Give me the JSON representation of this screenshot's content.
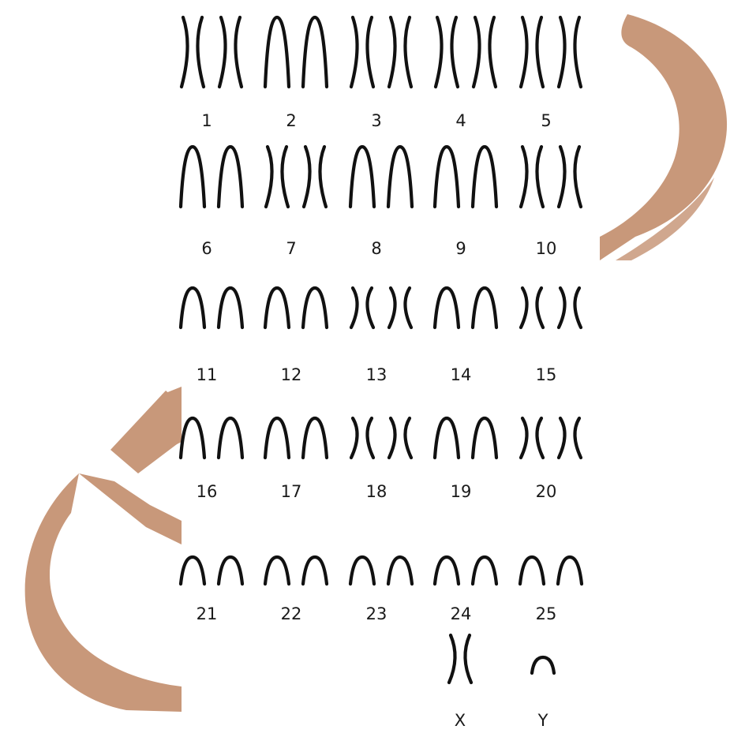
{
  "karyotype": {
    "pairs": [
      {
        "label": "1",
        "shape": "X"
      },
      {
        "label": "2",
        "shape": "arch"
      },
      {
        "label": "3",
        "shape": "X"
      },
      {
        "label": "4",
        "shape": "X"
      },
      {
        "label": "5",
        "shape": "X"
      },
      {
        "label": "6",
        "shape": "arch"
      },
      {
        "label": "7",
        "shape": "X"
      },
      {
        "label": "8",
        "shape": "arch"
      },
      {
        "label": "9",
        "shape": "arch"
      },
      {
        "label": "10",
        "shape": "X"
      },
      {
        "label": "11",
        "shape": "arch"
      },
      {
        "label": "12",
        "shape": "arch"
      },
      {
        "label": "13",
        "shape": "X"
      },
      {
        "label": "14",
        "shape": "arch"
      },
      {
        "label": "15",
        "shape": "X"
      },
      {
        "label": "16",
        "shape": "arch"
      },
      {
        "label": "17",
        "shape": "arch"
      },
      {
        "label": "18",
        "shape": "X"
      },
      {
        "label": "19",
        "shape": "arch"
      },
      {
        "label": "20",
        "shape": "X"
      },
      {
        "label": "21",
        "shape": "arch"
      },
      {
        "label": "22",
        "shape": "arch"
      },
      {
        "label": "23",
        "shape": "arch"
      },
      {
        "label": "24",
        "shape": "arch"
      },
      {
        "label": "25",
        "shape": "arch"
      }
    ],
    "sex": [
      {
        "label": "X",
        "shape": "X"
      },
      {
        "label": "Y",
        "shape": "arch"
      }
    ]
  },
  "watermark": {
    "color": "#c8987a",
    "text": "CIB"
  }
}
